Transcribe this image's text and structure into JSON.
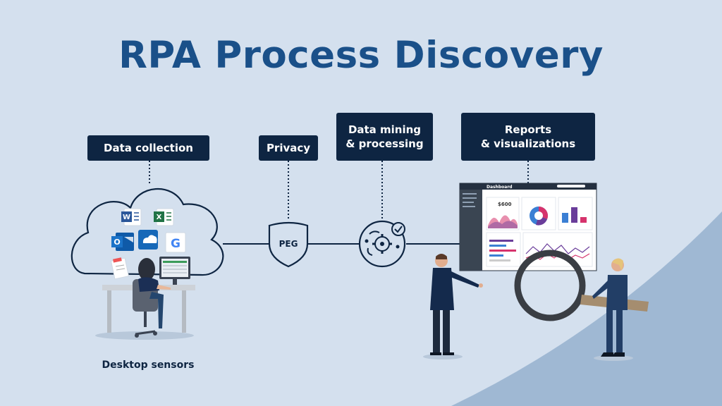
{
  "title": "RPA Process Discovery",
  "steps": [
    {
      "label": "Data collection"
    },
    {
      "label": "Privacy"
    },
    {
      "label": "Data mining\n& processing"
    },
    {
      "label": "Reports\n& visualizations"
    }
  ],
  "caption": "Desktop sensors",
  "shield_text": "PEG",
  "dashboard": {
    "title": "Dashboard",
    "kpi": "$600"
  },
  "colors": {
    "background": "#d4e0ee",
    "title": "#1a5089",
    "label_bg": "#0e2542",
    "line": "#0e2542",
    "accent_pink": "#d6336c",
    "accent_purple": "#6a3d9a",
    "accent_blue": "#3b7fd4"
  },
  "icons": [
    "word-icon",
    "excel-icon",
    "outlook-icon",
    "onedrive-icon",
    "google-icon",
    "notepad-icon",
    "shield-icon",
    "brain-gear-icon",
    "check-badge-icon",
    "magnifier-icon"
  ]
}
